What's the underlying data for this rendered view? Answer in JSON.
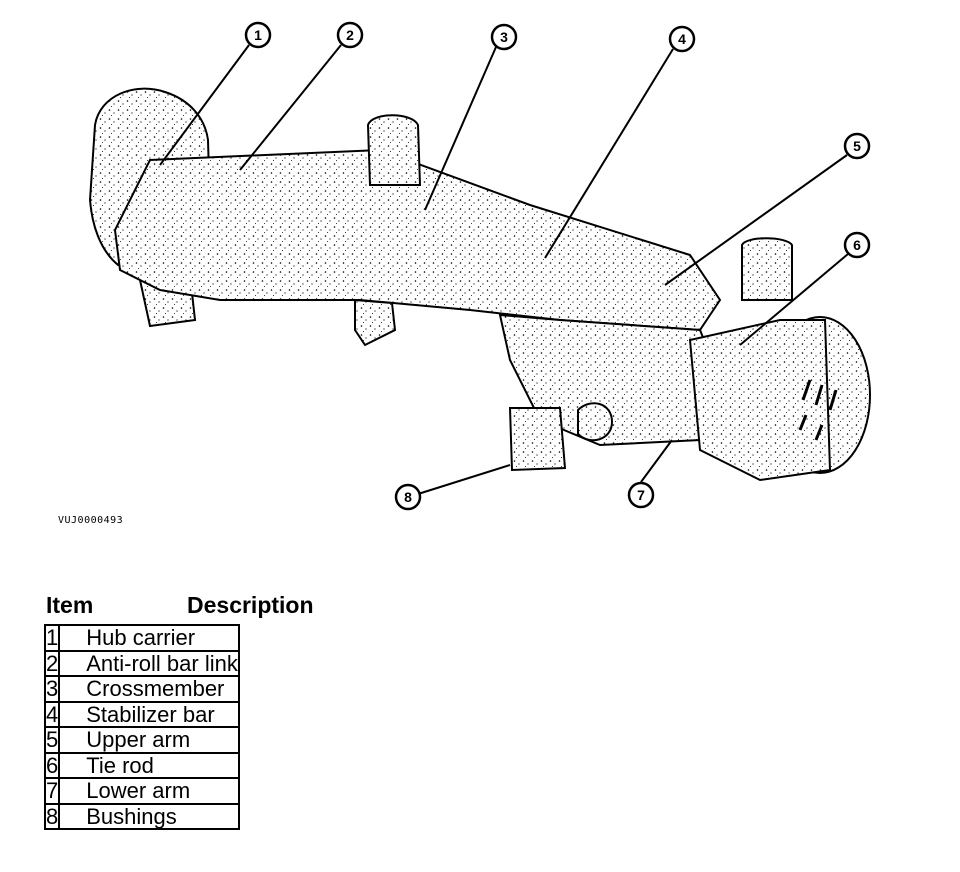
{
  "figure_code": "VUJ0000493",
  "callouts": [
    "1",
    "2",
    "3",
    "4",
    "5",
    "6",
    "7",
    "8"
  ],
  "table": {
    "headers": {
      "item": "Item",
      "description": "Description"
    },
    "rows": [
      {
        "item": "1",
        "description": "Hub carrier"
      },
      {
        "item": "2",
        "description": "Anti-roll bar link"
      },
      {
        "item": "3",
        "description": "Crossmember"
      },
      {
        "item": "4",
        "description": "Stabilizer bar"
      },
      {
        "item": "5",
        "description": "Upper arm"
      },
      {
        "item": "6",
        "description": "Tie rod"
      },
      {
        "item": "7",
        "description": "Lower arm"
      },
      {
        "item": "8",
        "description": "Bushings"
      }
    ]
  }
}
